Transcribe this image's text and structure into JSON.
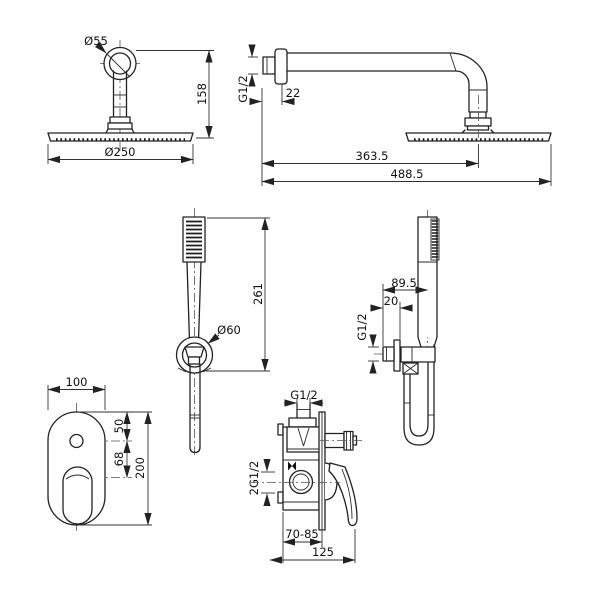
{
  "colors": {
    "line": "#222222",
    "text": "#111111",
    "background": "#ffffff"
  },
  "views": {
    "rain_shower_front": {
      "labels": {
        "flange_diameter": "Ø55",
        "head_diameter": "Ø250",
        "height": "158"
      }
    },
    "arm_shower_side": {
      "labels": {
        "thread": "G1/2",
        "wall_offset": "22",
        "head_center_reach": "363.5",
        "total_reach": "488.5"
      }
    },
    "hand_shower_front": {
      "labels": {
        "length": "261",
        "holder_diameter": "Ø60"
      }
    },
    "hand_shower_side": {
      "labels": {
        "reach": "89.5",
        "bracket_offset": "20",
        "thread": "G1/2"
      }
    },
    "trim_plate_front": {
      "labels": {
        "width": "100",
        "top_to_diverter": "50",
        "diverter_to_handle": "68",
        "height": "200"
      }
    },
    "mixer_valve_side": {
      "labels": {
        "inlet_thread": "G1/2",
        "connections": "2G1/2",
        "install_depth_range": "70-85",
        "total_depth": "125"
      }
    }
  }
}
